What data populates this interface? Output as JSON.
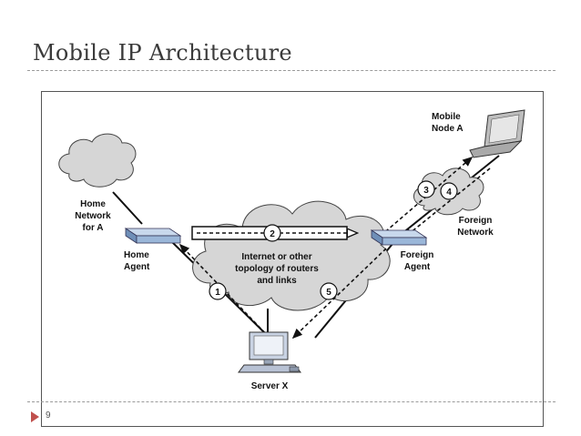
{
  "slide": {
    "title": "Mobile IP Architecture",
    "page_number": "9"
  },
  "diagram": {
    "mobile_node": [
      "Mobile",
      "Node A"
    ],
    "home_network": [
      "Home",
      "Network",
      "for A"
    ],
    "home_agent": [
      "Home",
      "Agent"
    ],
    "internet": [
      "Internet or other",
      "topology of routers",
      "and links"
    ],
    "foreign_agent": [
      "Foreign",
      "Agent"
    ],
    "foreign_network": [
      "Foreign",
      "Network"
    ],
    "server": [
      "Server X"
    ],
    "steps": [
      "1",
      "2",
      "3",
      "4",
      "5"
    ]
  },
  "colors": {
    "accent_marker": "#c0504d",
    "cloud_fill": "#d6d6d6",
    "router_fill": "#9bb7d9"
  }
}
